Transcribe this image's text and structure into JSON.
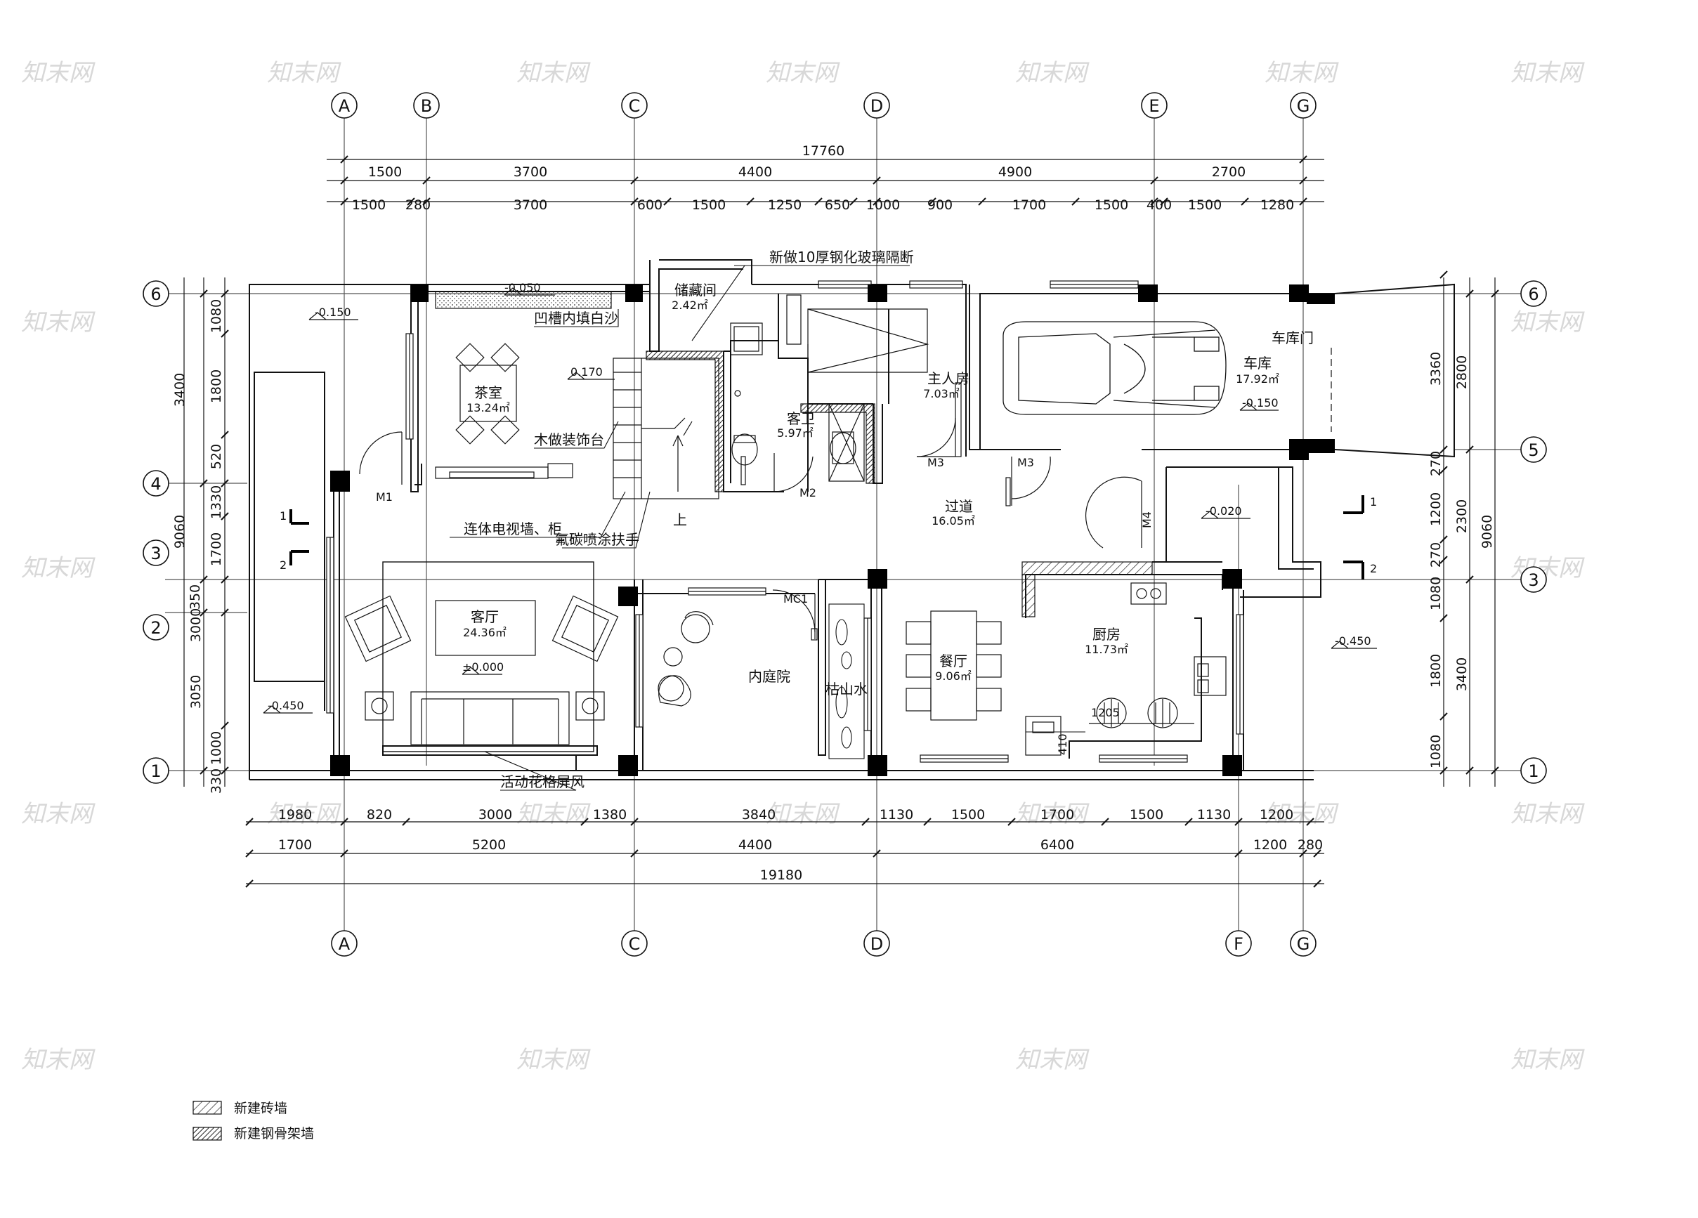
{
  "plan": {
    "axes_top": [
      "A",
      "B",
      "C",
      "D",
      "E",
      "G"
    ],
    "axes_bottom": [
      "A",
      "C",
      "D",
      "F",
      "G"
    ],
    "axes_left": [
      "6",
      "4",
      "3",
      "2",
      "1"
    ],
    "axes_right": [
      "6",
      "5",
      "3",
      "1"
    ],
    "dims_top_total": "17760",
    "dims_top_row1": [
      "1500",
      "3700",
      "4400",
      "4900",
      "2700"
    ],
    "dims_top_row2": [
      "1500",
      "280",
      "3700",
      "600",
      "1500",
      "1250",
      "650",
      "1000",
      "900",
      "1700",
      "1500",
      "400",
      "1500",
      "1280"
    ],
    "dims_bottom_row1": [
      "1980",
      "820",
      "3000",
      "1380",
      "3840",
      "1130",
      "1500",
      "1700",
      "1500",
      "1130",
      "1200"
    ],
    "dims_bottom_row2": [
      "1700",
      "5200",
      "4400",
      "6400",
      "1200",
      "280"
    ],
    "dims_bottom_total": "19180",
    "dims_left_outer": [
      "3400",
      "9060",
      "3000",
      "3050"
    ],
    "dims_left_inner": [
      "1080",
      "1800",
      "520",
      "1330",
      "1700",
      "350",
      "1000",
      "330"
    ],
    "dims_right_inner": [
      "3360",
      "270",
      "1200",
      "270",
      "1080",
      "1800",
      "1080"
    ],
    "dims_right_outer": [
      "2800",
      "2300",
      "9060",
      "3400"
    ],
    "rooms": {
      "tea_name": "茶室",
      "tea_area": "13.24㎡",
      "storage_name": "储藏间",
      "storage_area": "2.42㎡",
      "guest_bath_name": "客卫",
      "guest_bath_area": "5.97㎡",
      "master_name": "主人房",
      "master_area": "7.03㎡",
      "garage_name": "车库",
      "garage_area": "17.92㎡",
      "corridor_name": "过道",
      "corridor_area": "16.05㎡",
      "living_name": "客厅",
      "living_area": "24.36㎡",
      "courtyard_name": "内庭院",
      "dry_garden_name": "枯山水",
      "dining_name": "餐厅",
      "dining_area": "9.06㎡",
      "kitchen_name": "厨房",
      "kitchen_area": "11.73㎡"
    },
    "notes": {
      "glass_partition": "新做10厚钢化玻璃隔断",
      "groove_sand": "凹槽内填白沙",
      "wood_platform": "木做装饰台",
      "tv_wall": "连体电视墙、柜",
      "handrail": "氟碳喷涂扶手",
      "screen": "活动花格屏风",
      "garage_door": "车库门",
      "stair_up": "上"
    },
    "levels": {
      "l1": "-0.050",
      "l2": "-0.150",
      "l3": "0.170",
      "l4": "-0.150",
      "l5": "-0.020",
      "l6": "-0.450",
      "l7": "-0.450",
      "l8": "±0.000"
    },
    "doors": {
      "m1": "M1",
      "m2": "M2",
      "m3a": "M3",
      "m3b": "M3",
      "m4": "M4",
      "mc1": "MC1"
    },
    "section_marks": [
      "1",
      "2",
      "1",
      "2"
    ],
    "kitchen_dims": [
      "1205",
      "410"
    ],
    "legend": {
      "brick": "新建砖墙",
      "steel": "新建钢骨架墙"
    },
    "watermark": "知末网"
  }
}
